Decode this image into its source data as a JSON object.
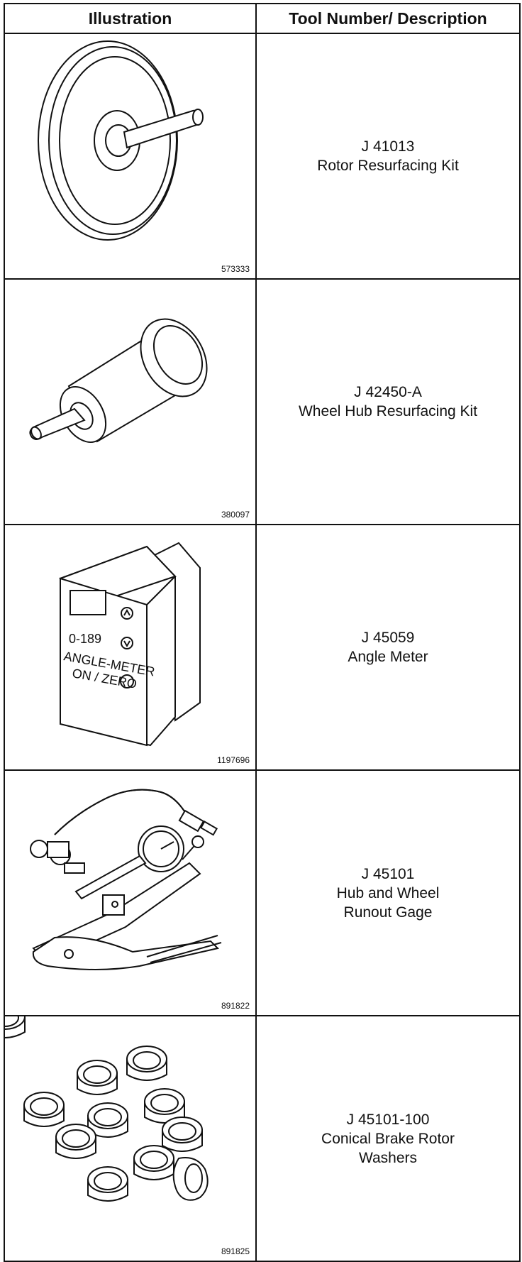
{
  "header": {
    "illustration": "Illustration",
    "tool": "Tool Number/ Description"
  },
  "rows": [
    {
      "tool_number": "J 41013",
      "description": "Rotor Resurfacing Kit",
      "figure_id": "573333",
      "icon": "rotor-resurfacing-kit-icon"
    },
    {
      "tool_number": "J 42450-A",
      "description": "Wheel Hub Resurfacing Kit",
      "figure_id": "380097",
      "icon": "wheel-hub-resurfacing-kit-icon"
    },
    {
      "tool_number": "J 45059",
      "description": "Angle Meter",
      "figure_id": "1197696",
      "icon": "angle-meter-icon",
      "device_labels": [
        "0-189",
        "ANGLE-METER",
        "ON / ZERO"
      ]
    },
    {
      "tool_number": "J 45101",
      "description": "Hub and Wheel Runout Gage",
      "figure_id": "891822",
      "icon": "runout-gage-icon"
    },
    {
      "tool_number": "J 45101-100",
      "description": "Conical Brake Rotor Washers",
      "figure_id": "891825",
      "icon": "rotor-washers-icon"
    }
  ]
}
